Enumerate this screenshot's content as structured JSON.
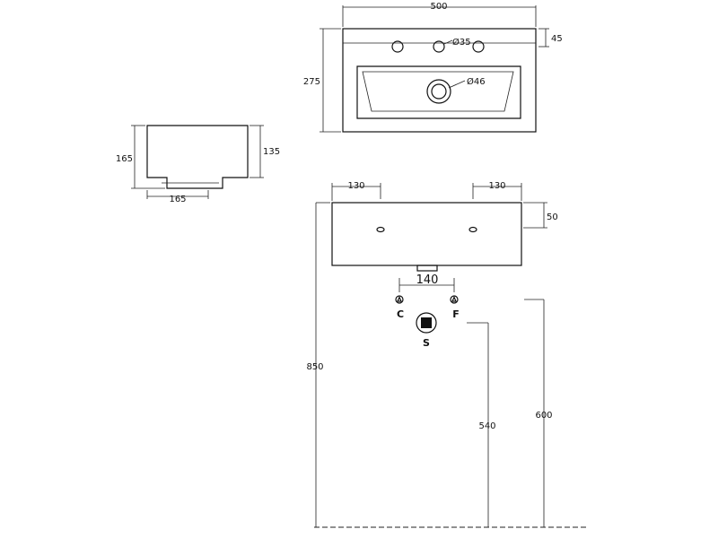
{
  "top_view": {
    "width_label": "500",
    "depth_label": "275",
    "tap_edge_label": "45",
    "tap_hole_label": "Ø35",
    "drain_label": "Ø46"
  },
  "side_view": {
    "height_label": "165",
    "inner_height_label": "135",
    "depth_label": "165"
  },
  "front_view": {
    "left_offset_label": "130",
    "right_offset_label": "130",
    "top_height_label": "50",
    "center_spacing_label": "140",
    "cold_label": "C",
    "hot_label": "F",
    "waste_label": "S",
    "total_height_label": "850",
    "waste_height_label": "540",
    "supply_height_label": "600"
  }
}
